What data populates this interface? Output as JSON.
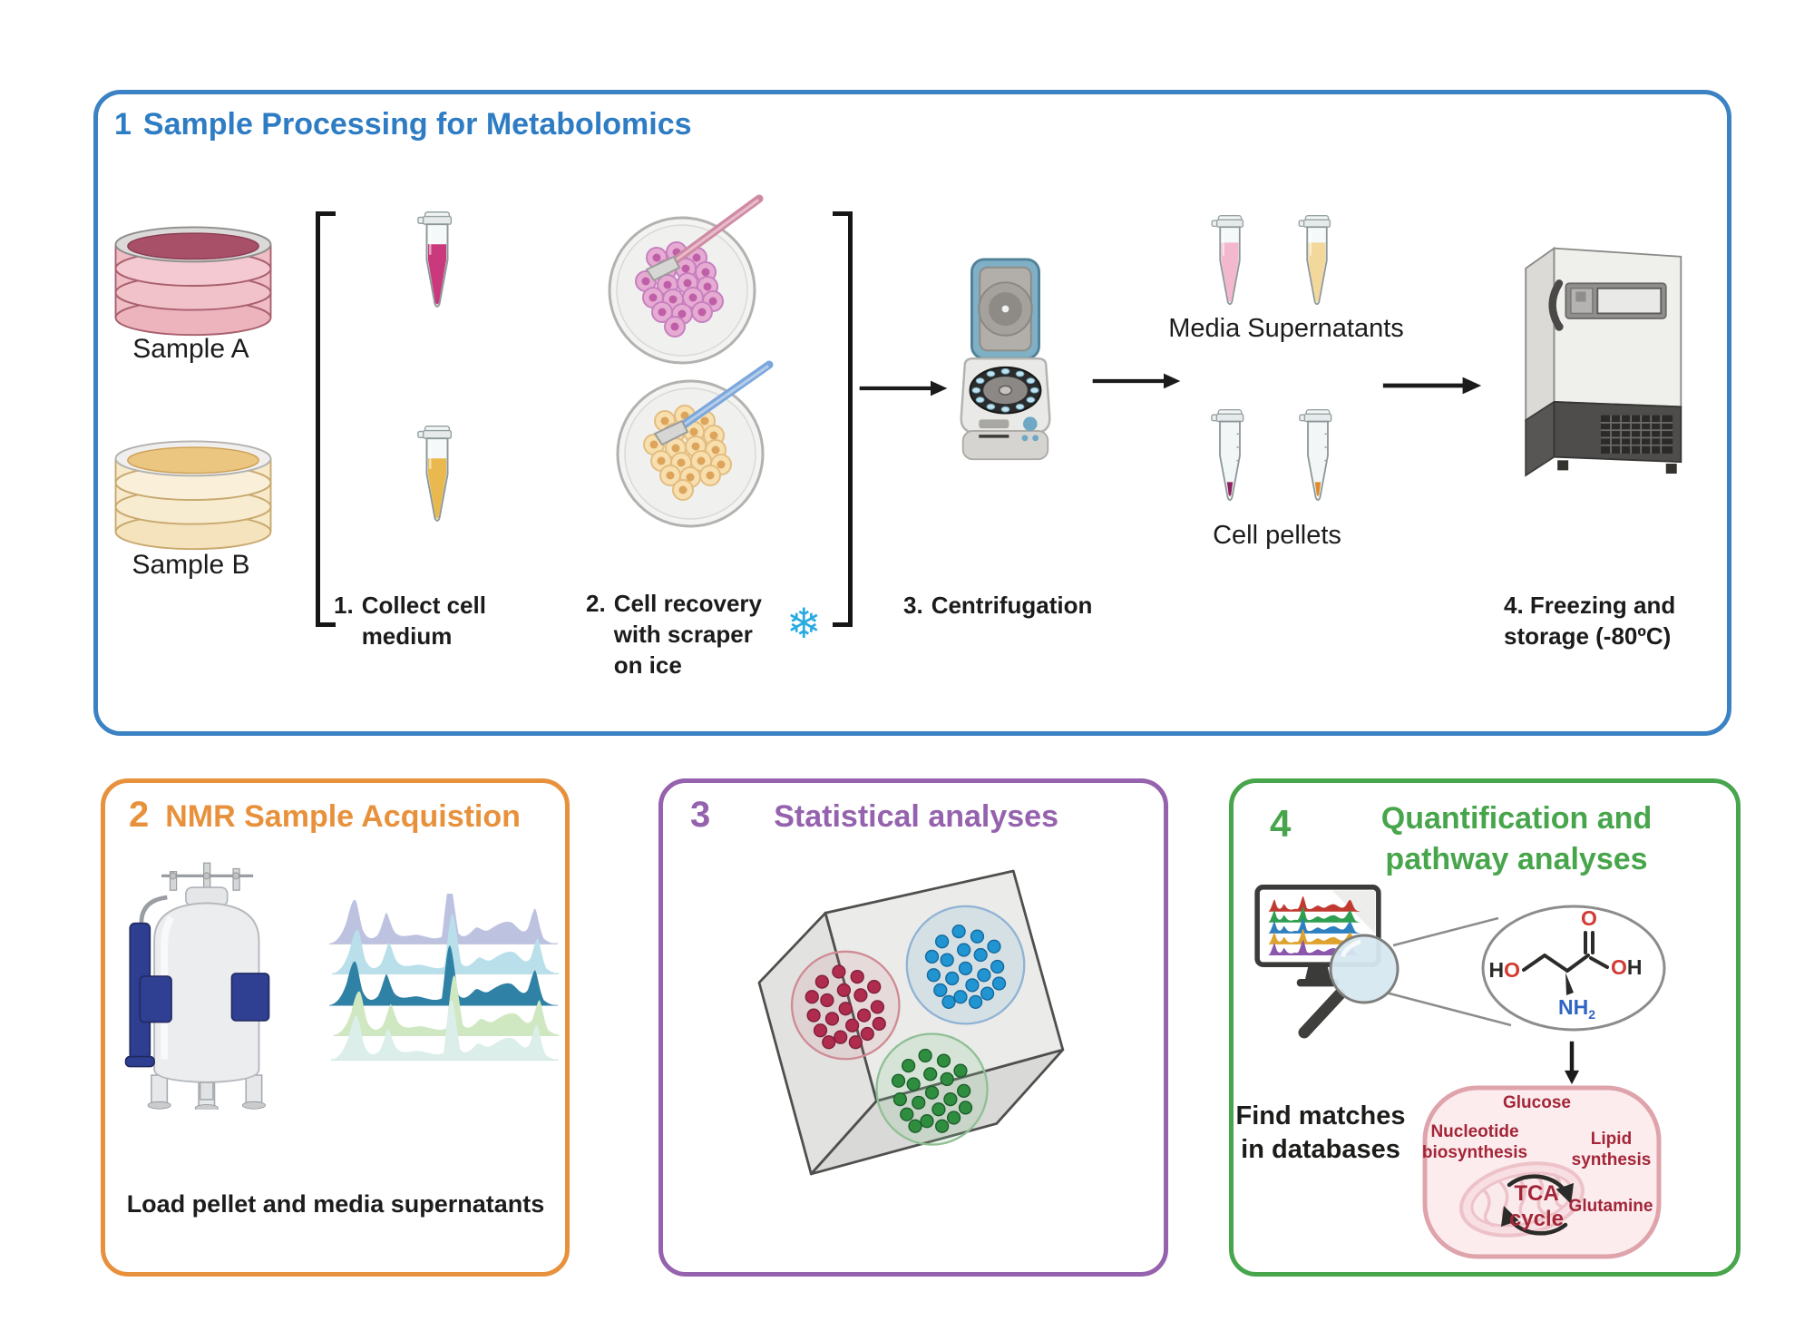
{
  "figure": {
    "panel1": {
      "number": "1",
      "title": "Sample Processing for Metabolomics",
      "accent": "#2e7cc3",
      "sample_a": "Sample A",
      "sample_b": "Sample B",
      "step1_num": "1.",
      "step1_text": "Collect cell\nmedium",
      "step2_num": "2.",
      "step2_text": "Cell recovery\nwith scraper\non ice",
      "step3_num": "3.",
      "step3_text": "Centrifugation",
      "step4": "4. Freezing and\nstorage (-80ºC)",
      "media_label": "Media Supernatants",
      "pellets_label": "Cell pellets",
      "snowflake": "❄"
    },
    "panel2": {
      "number": "2",
      "title": "NMR Sample Acquistion",
      "accent": "#e8913c",
      "caption": "Load pellet and media supernatants"
    },
    "panel3": {
      "number": "3",
      "title": "Statistical analyses",
      "accent": "#9562ad"
    },
    "panel4": {
      "number": "4",
      "title": "Quantification and\npathway analyses",
      "accent": "#47a54b",
      "find_matches": "Find matches\nin databases",
      "molecule": {
        "h": "H",
        "o": "O",
        "n": "N",
        "sub": "2"
      },
      "pathway": {
        "glucose": "Glucose",
        "nucleotide": "Nucleotide\nbiosynthesis",
        "lipid": "Lipid\nsynthesis",
        "tca": "TCA\ncycle",
        "glutamine": "Glutamine"
      }
    },
    "colors": {
      "panel1_accent": "#3b82c4",
      "panel2_accent": "#e8913c",
      "panel3_accent": "#9562ad",
      "panel4_accent": "#47a54b",
      "pathway_text": "#a32638",
      "snowflake_blue": "#29abe2"
    }
  }
}
